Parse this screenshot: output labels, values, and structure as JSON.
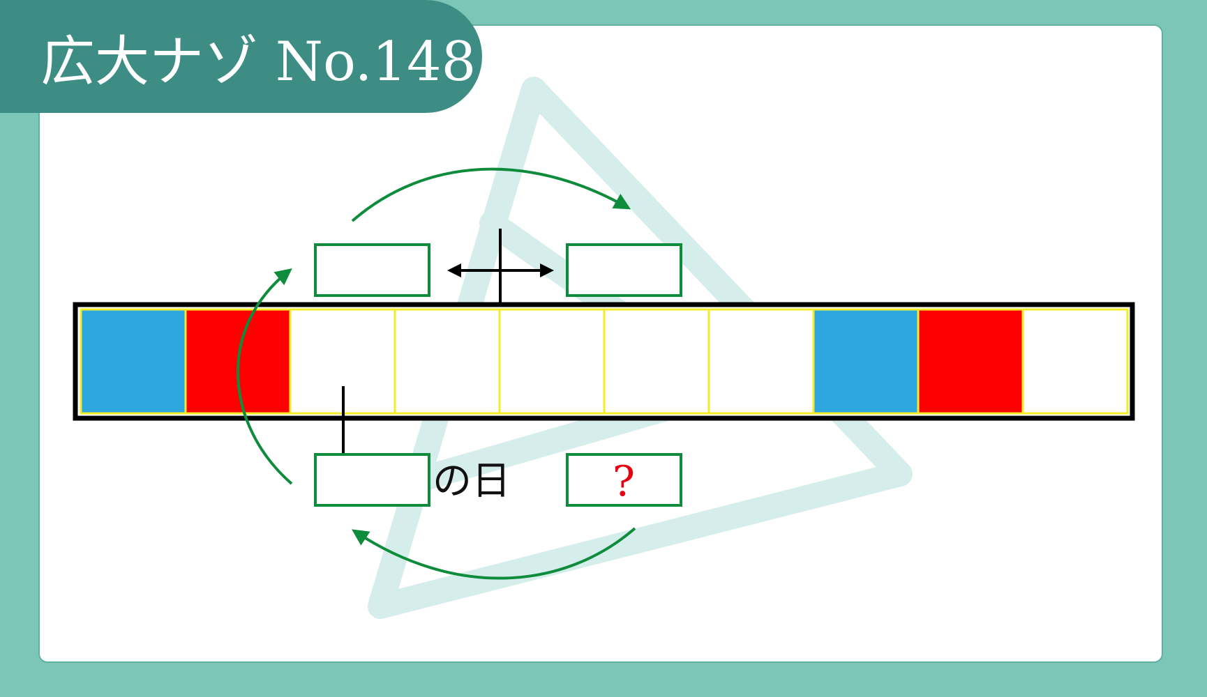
{
  "header": {
    "title": "広大ナゾ No.148"
  },
  "colors": {
    "background": "#7cc6b8",
    "header_tab": "#3e8d85",
    "blue": "#2ea7e0",
    "red": "#ff0000",
    "white": "#ffffff",
    "green": "#0e8c3c",
    "question": "#e60012"
  },
  "strip": {
    "cells": [
      "blue",
      "red",
      "white",
      "white",
      "white",
      "white",
      "white",
      "blue",
      "red",
      "white"
    ]
  },
  "puzzle": {
    "day_label": "の日",
    "answer_mark": "?"
  }
}
